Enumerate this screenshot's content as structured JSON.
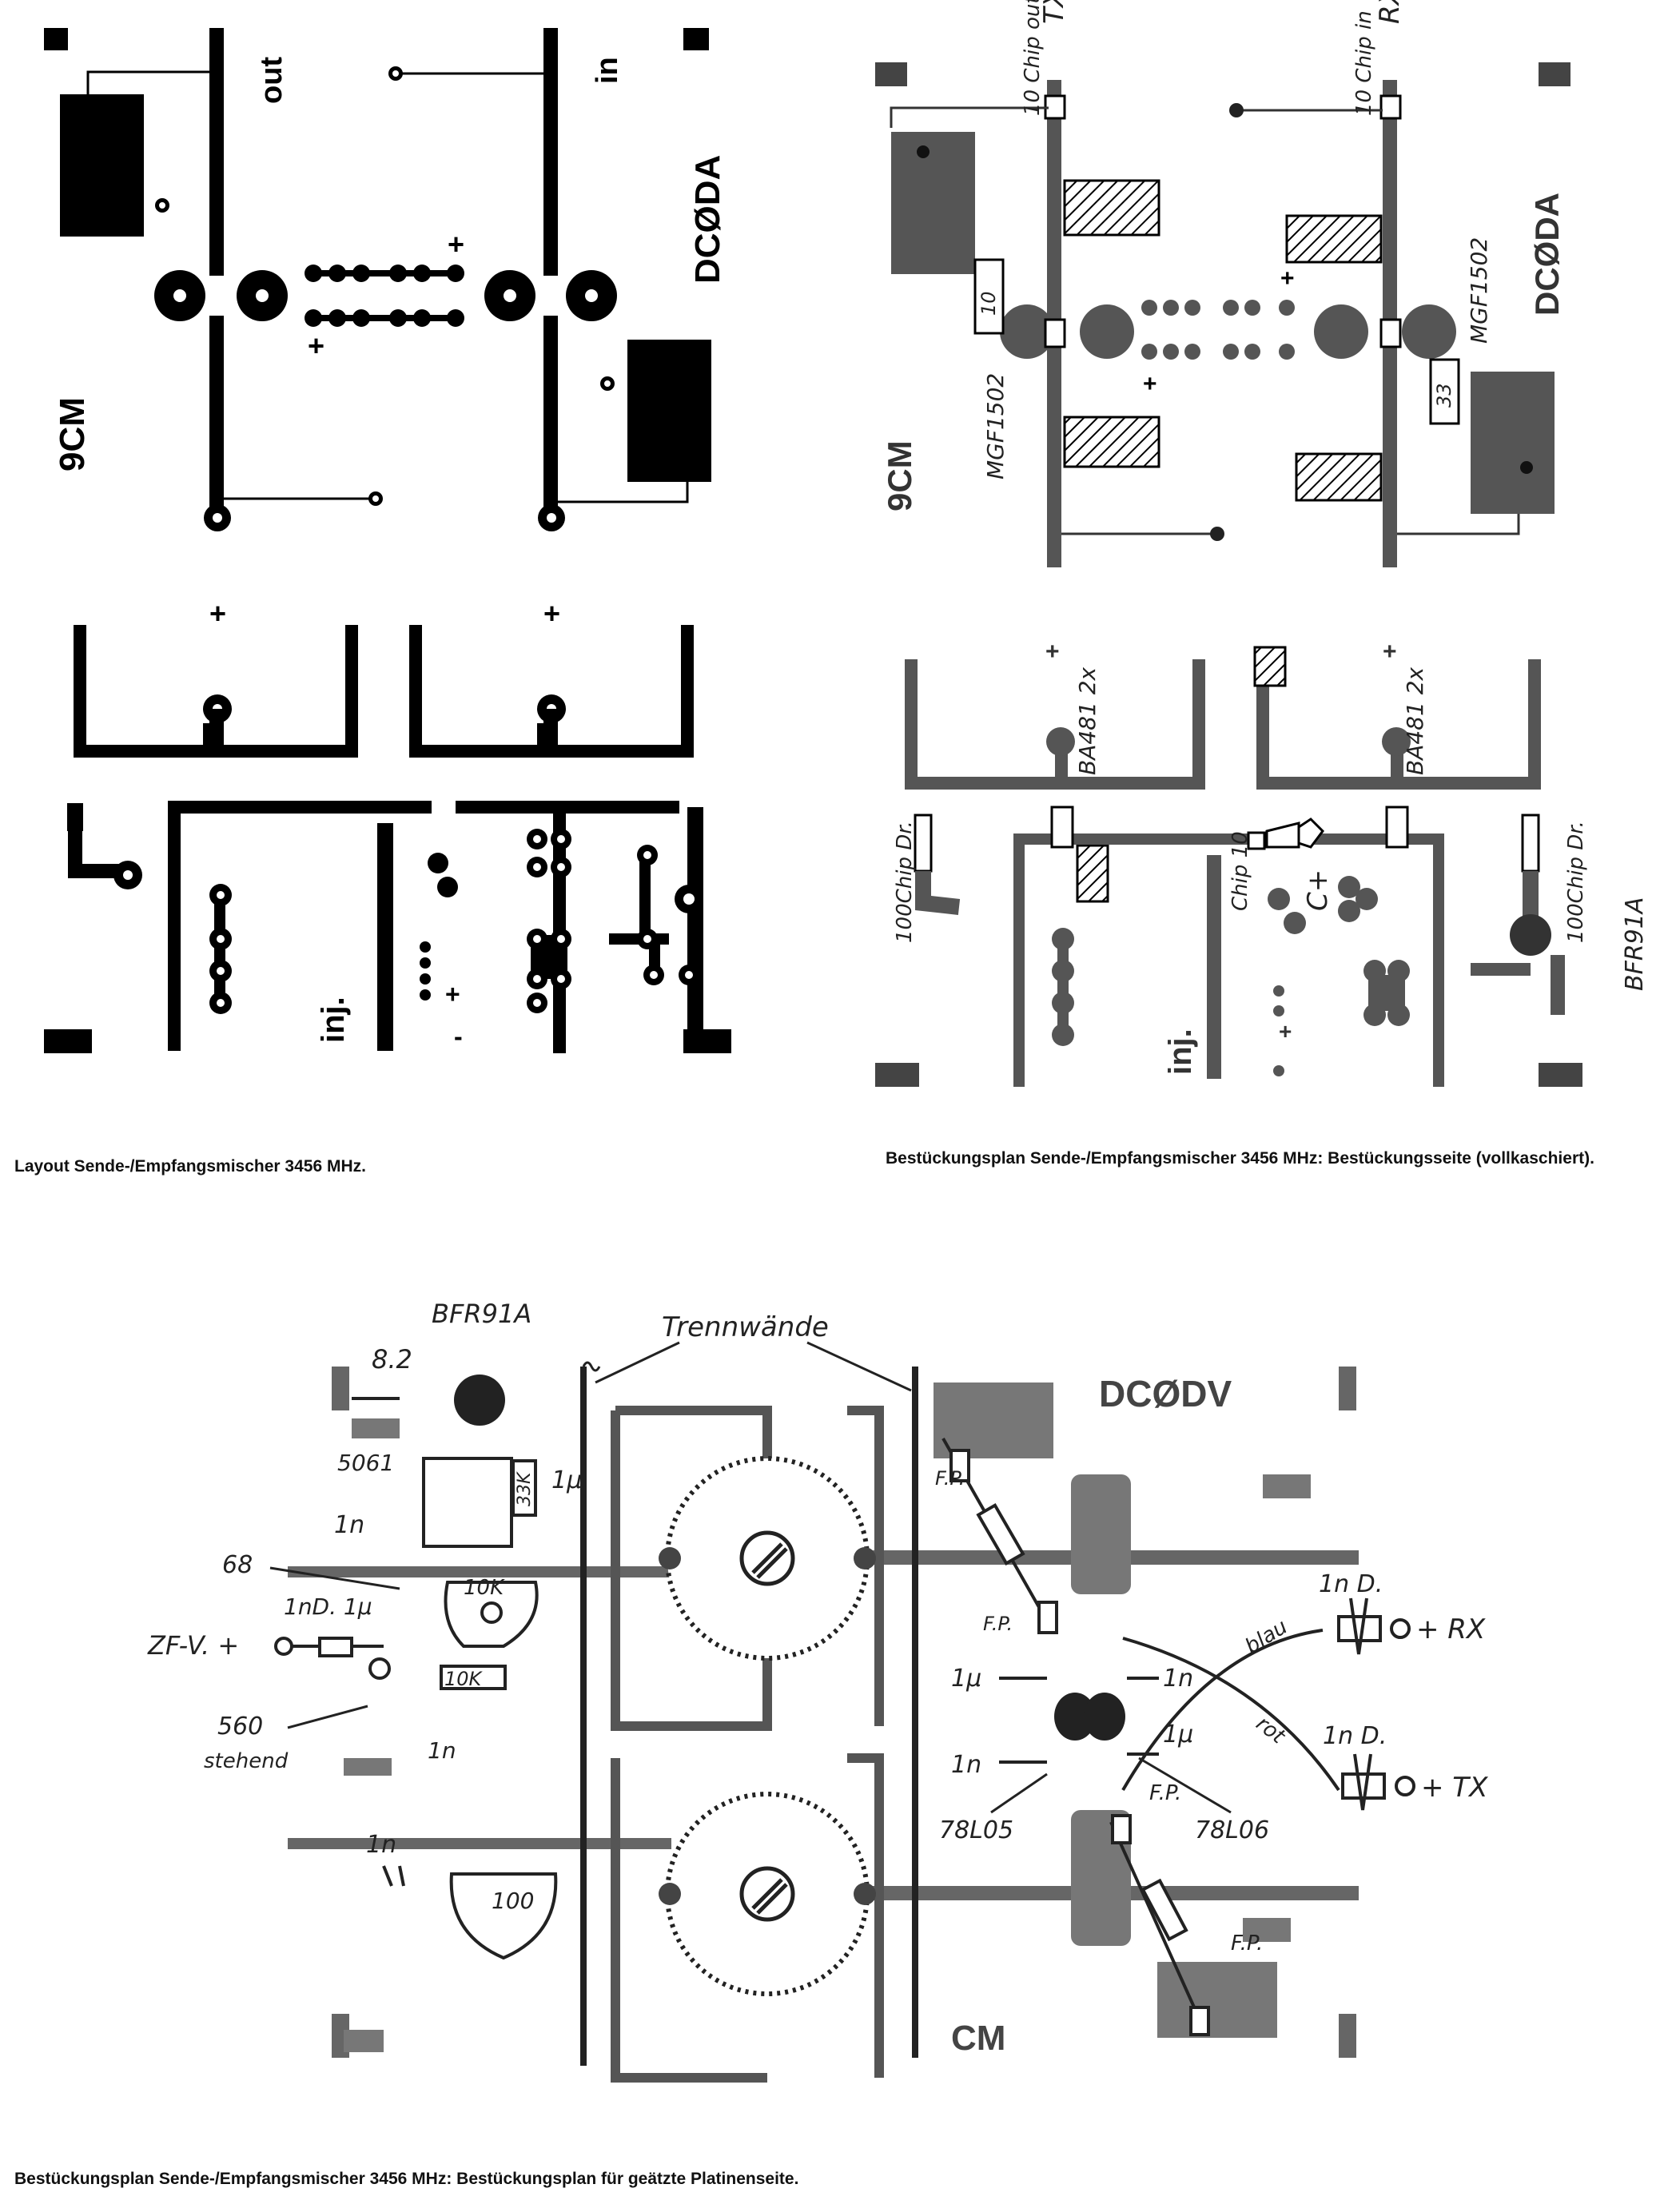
{
  "panel1": {
    "caption": "Layout Sende-/Empfangsmischer 3456 MHz.",
    "labels": {
      "out": "out",
      "in": "in",
      "call": "DCØDA",
      "band": "9CM",
      "inj": "inj.",
      "plus": "+",
      "minus": "-"
    }
  },
  "panel2": {
    "caption": "Bestückungsplan Sende-/Empfangsmischer 3456 MHz: Bestückungsseite (vollkaschiert).",
    "labels": {
      "tx": "TX",
      "rx": "RX",
      "chip_out": "10 Chip out",
      "chip_in": "10 Chip in",
      "call": "DCØDA",
      "band": "9CM",
      "fet_left": "MGF1502",
      "fet_right": "MGF1502",
      "r_left": "10",
      "r_right": "33",
      "plus": "+",
      "diode_left": "BA481 2x",
      "diode_right": "BA481 2x",
      "choke_left": "100Chip Dr.",
      "choke_right": "100Chip Dr.",
      "chip10": "Chip 10",
      "c_plus": "C+",
      "inj": "inj.",
      "transistor": "BFR91A"
    }
  },
  "panel3": {
    "caption": "Bestückungsplan Sende-/Empfangsmischer 3456 MHz: Bestückungsplan für geätzte Platinenseite.",
    "labels": {
      "trennwaende": "Trennwände",
      "bfr91a": "BFR91A",
      "r82": "8.2",
      "r5061": "5061",
      "r33k": "33K",
      "c1u_top": "1μ",
      "c1n_top": "1n",
      "r68": "68",
      "r10k_a": "10K",
      "r10k_b": "10K",
      "d1n1u": "1nD. 1μ",
      "zf": "ZF-V. +",
      "r560": "560",
      "stehend": "stehend",
      "c1n_mid": "1n",
      "c1n_low": "1n",
      "r100": "100",
      "call": "DCØDV",
      "fp1": "F.P.",
      "fp2": "F.P.",
      "fp3": "F.P.",
      "fp4": "F.P.",
      "c1u_a": "1μ",
      "c1n_a": "1n",
      "c1u_b": "1μ",
      "c1n_b": "1n",
      "reg1": "78L05",
      "reg2": "78L06",
      "d_rx": "1n D.",
      "rx": "+ RX",
      "blau": "blau",
      "rot": "rot",
      "d_tx": "1n D.",
      "tx": "+ TX",
      "cm": "CM"
    }
  }
}
